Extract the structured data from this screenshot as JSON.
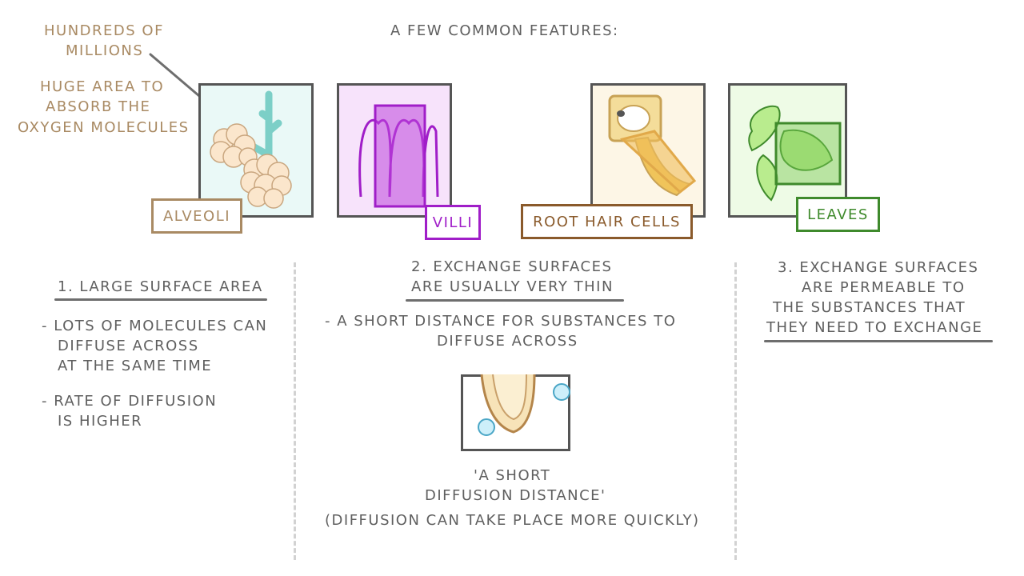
{
  "header": {
    "title": "A FEW COMMON FEATURES:"
  },
  "alveoli_notes": {
    "line1": "HUNDREDS OF",
    "line2": "MILLIONS",
    "line3": "HUGE AREA TO",
    "line4": "ABSORB THE",
    "line5": "OXYGEN MOLECULES"
  },
  "examples": {
    "alveoli": "ALVEOLI",
    "villi": "VILLI",
    "root_hair_cells": "ROOT HAIR CELLS",
    "leaves": "LEAVES"
  },
  "colors": {
    "alveoli": "#a98a63",
    "villi": "#a01ec8",
    "root_hair": "#8a5a2b",
    "leaves": "#3f8a2c",
    "text": "#5f5f5f"
  },
  "section1": {
    "heading": "1. LARGE SURFACE AREA",
    "bullet1": [
      "- LOTS OF MOLECULES CAN",
      "DIFFUSE ACROSS",
      "AT THE SAME TIME"
    ],
    "bullet2": [
      "- RATE OF DIFFUSION",
      "IS HIGHER"
    ]
  },
  "section2": {
    "heading_line1": "2. EXCHANGE SURFACES",
    "heading_line2": "ARE USUALLY VERY THIN",
    "bullet": [
      "- A SHORT DISTANCE FOR SUBSTANCES TO",
      "DIFFUSE ACROSS"
    ],
    "quote_line1": "'A SHORT",
    "quote_line2": "DIFFUSION DISTANCE'",
    "note": "(DIFFUSION CAN TAKE PLACE MORE QUICKLY)"
  },
  "section3": {
    "heading": [
      "3. EXCHANGE SURFACES",
      "ARE PERMEABLE TO",
      "THE SUBSTANCES THAT",
      "THEY NEED TO EXCHANGE"
    ]
  }
}
